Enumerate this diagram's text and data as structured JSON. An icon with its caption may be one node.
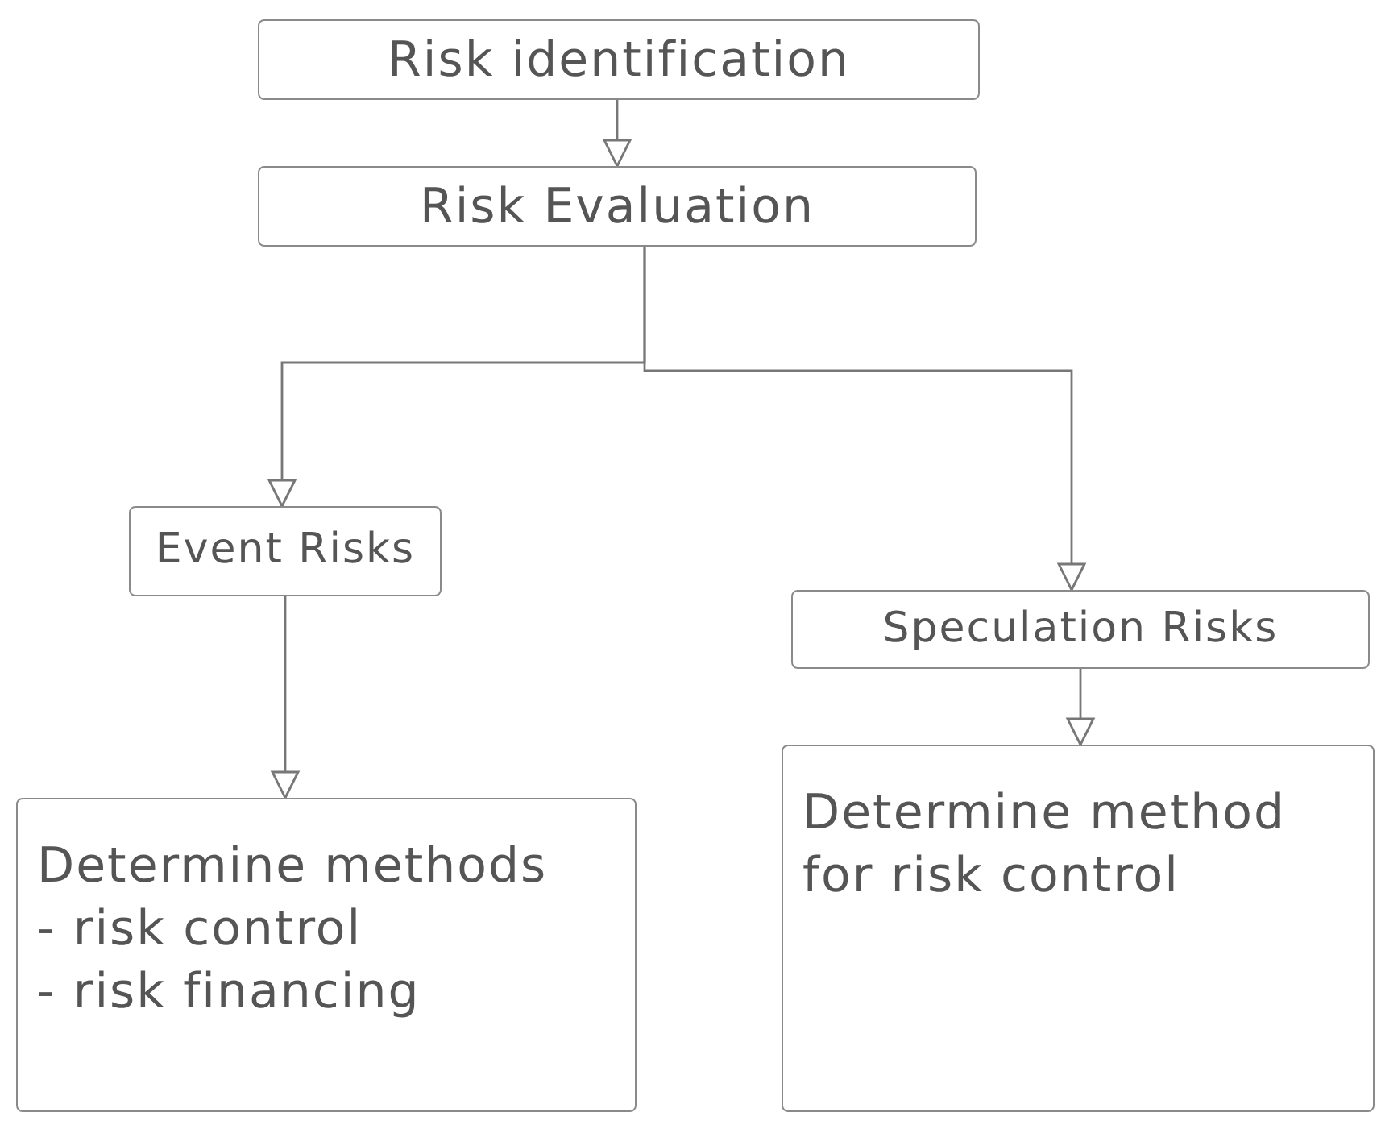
{
  "diagram": {
    "nodes": [
      {
        "text": [
          "Risk identification"
        ]
      },
      {
        "text": [
          "Risk Evaluation"
        ]
      },
      {
        "text": [
          "Event Risks"
        ]
      },
      {
        "text": [
          "Speculation Risks"
        ]
      },
      {
        "text": [
          "Determine methods",
          "- risk control",
          "- risk financing"
        ]
      },
      {
        "text": [
          "Determine method for risk control"
        ]
      }
    ],
    "edges": [
      {
        "from": 0,
        "to": 1,
        "arrow": "to"
      },
      {
        "from": 1,
        "to": 2,
        "arrow": "to"
      },
      {
        "from": 1,
        "to": 3,
        "arrow": "to"
      },
      {
        "from": 2,
        "to": 4,
        "arrow": "to"
      },
      {
        "from": 3,
        "to": 5,
        "arrow": "to"
      }
    ]
  }
}
